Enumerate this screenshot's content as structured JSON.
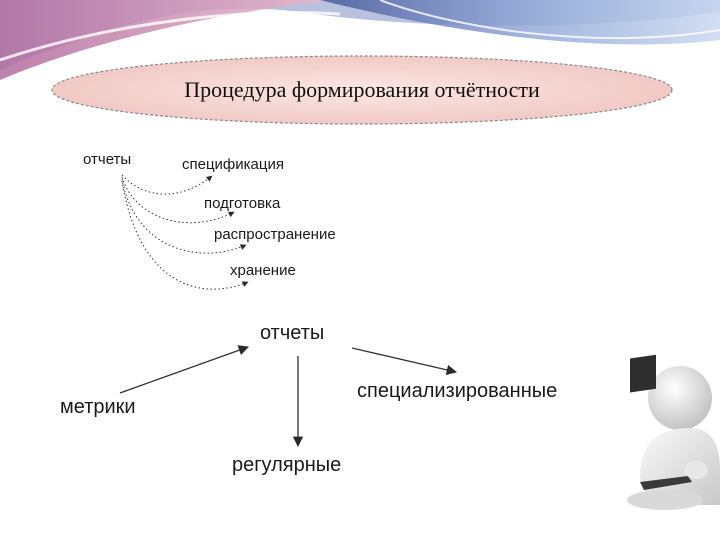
{
  "slide": {
    "title": "Процедура формирования отчётности"
  },
  "diagram_top": {
    "source": "отчеты",
    "targets": [
      "спецификация",
      "подготовка",
      "распространение",
      "хранение"
    ]
  },
  "diagram_bottom": {
    "center": "отчеты",
    "left": "метрики",
    "right": "специализированные",
    "bottom": "регулярные"
  },
  "colors": {
    "accent_band": "#5b6fb0",
    "ellipse_fill": "#f6d3cf",
    "ellipse_stroke": "#7a7a7a",
    "arrow": "#3a3a3a"
  },
  "icons": [
    "person-with-laptop-icon"
  ]
}
